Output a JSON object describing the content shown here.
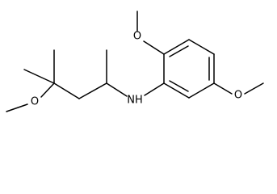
{
  "structure": {
    "atom_labels": {
      "methoxy_top": "O",
      "methoxy_right": "O",
      "methoxy_left": "O",
      "amine": "NH"
    }
  }
}
